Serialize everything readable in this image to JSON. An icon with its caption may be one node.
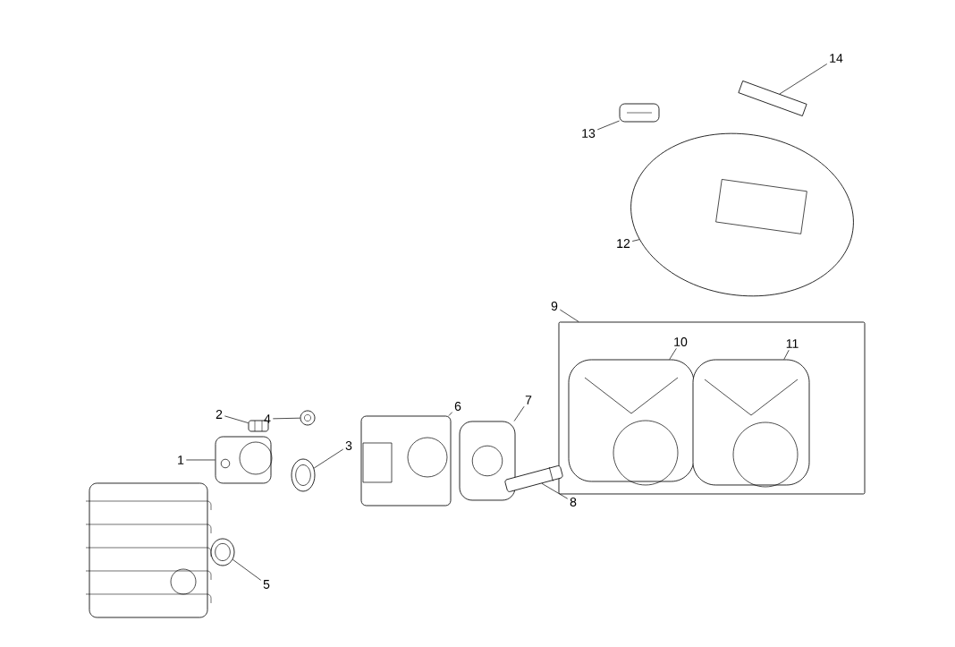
{
  "diagram": {
    "nodes": [
      {
        "text": [],
        "shape": "box"
      },
      {
        "text": [
          "1"
        ]
      },
      {
        "text": [
          "2"
        ]
      },
      {
        "text": [
          "3"
        ]
      },
      {
        "text": [
          "4"
        ]
      },
      {
        "text": [
          "5"
        ]
      },
      {
        "text": [
          "6"
        ]
      },
      {
        "text": [
          "7"
        ]
      },
      {
        "text": [
          "8"
        ]
      },
      {
        "text": [
          "9"
        ]
      },
      {
        "text": [
          "10"
        ],
        "in": 0
      },
      {
        "text": [
          "11"
        ],
        "in": 0
      },
      {
        "text": [
          "12"
        ]
      },
      {
        "text": [
          "13"
        ]
      },
      {
        "text": [
          "14"
        ]
      },
      {
        "text": [],
        "shape": "picture"
      },
      {
        "text": [],
        "shape": "picture"
      },
      {
        "text": [],
        "shape": "picture"
      },
      {
        "text": [],
        "shape": "picture"
      },
      {
        "text": [],
        "shape": "picture"
      },
      {
        "text": [],
        "shape": "picture"
      },
      {
        "text": [],
        "shape": "picture"
      },
      {
        "text": [],
        "shape": "picture"
      },
      {
        "text": [],
        "shape": "picture",
        "in": 0
      },
      {
        "text": [],
        "shape": "picture",
        "in": 0
      },
      {
        "text": [],
        "shape": "picture"
      },
      {
        "text": [],
        "shape": "picture"
      },
      {
        "text": [],
        "shape": "picture"
      }
    ],
    "edges": [
      {
        "from": 1,
        "to": 15,
        "arrow": "none"
      },
      {
        "from": 2,
        "to": 16,
        "arrow": "none"
      },
      {
        "from": 3,
        "to": 17,
        "arrow": "none"
      },
      {
        "from": 4,
        "to": 18,
        "arrow": "none"
      },
      {
        "from": 5,
        "to": 19,
        "arrow": "none"
      },
      {
        "from": 6,
        "to": 20,
        "arrow": "none"
      },
      {
        "from": 7,
        "to": 21,
        "arrow": "none"
      },
      {
        "from": 8,
        "to": 22,
        "arrow": "none"
      },
      {
        "from": 9,
        "to": 0,
        "arrow": "none"
      },
      {
        "from": 10,
        "to": 23,
        "arrow": "none"
      },
      {
        "from": 11,
        "to": 24,
        "arrow": "none"
      },
      {
        "from": 12,
        "to": 25,
        "arrow": "none"
      },
      {
        "from": 13,
        "to": 26,
        "arrow": "none"
      },
      {
        "from": 14,
        "to": 27,
        "arrow": "none"
      }
    ]
  }
}
